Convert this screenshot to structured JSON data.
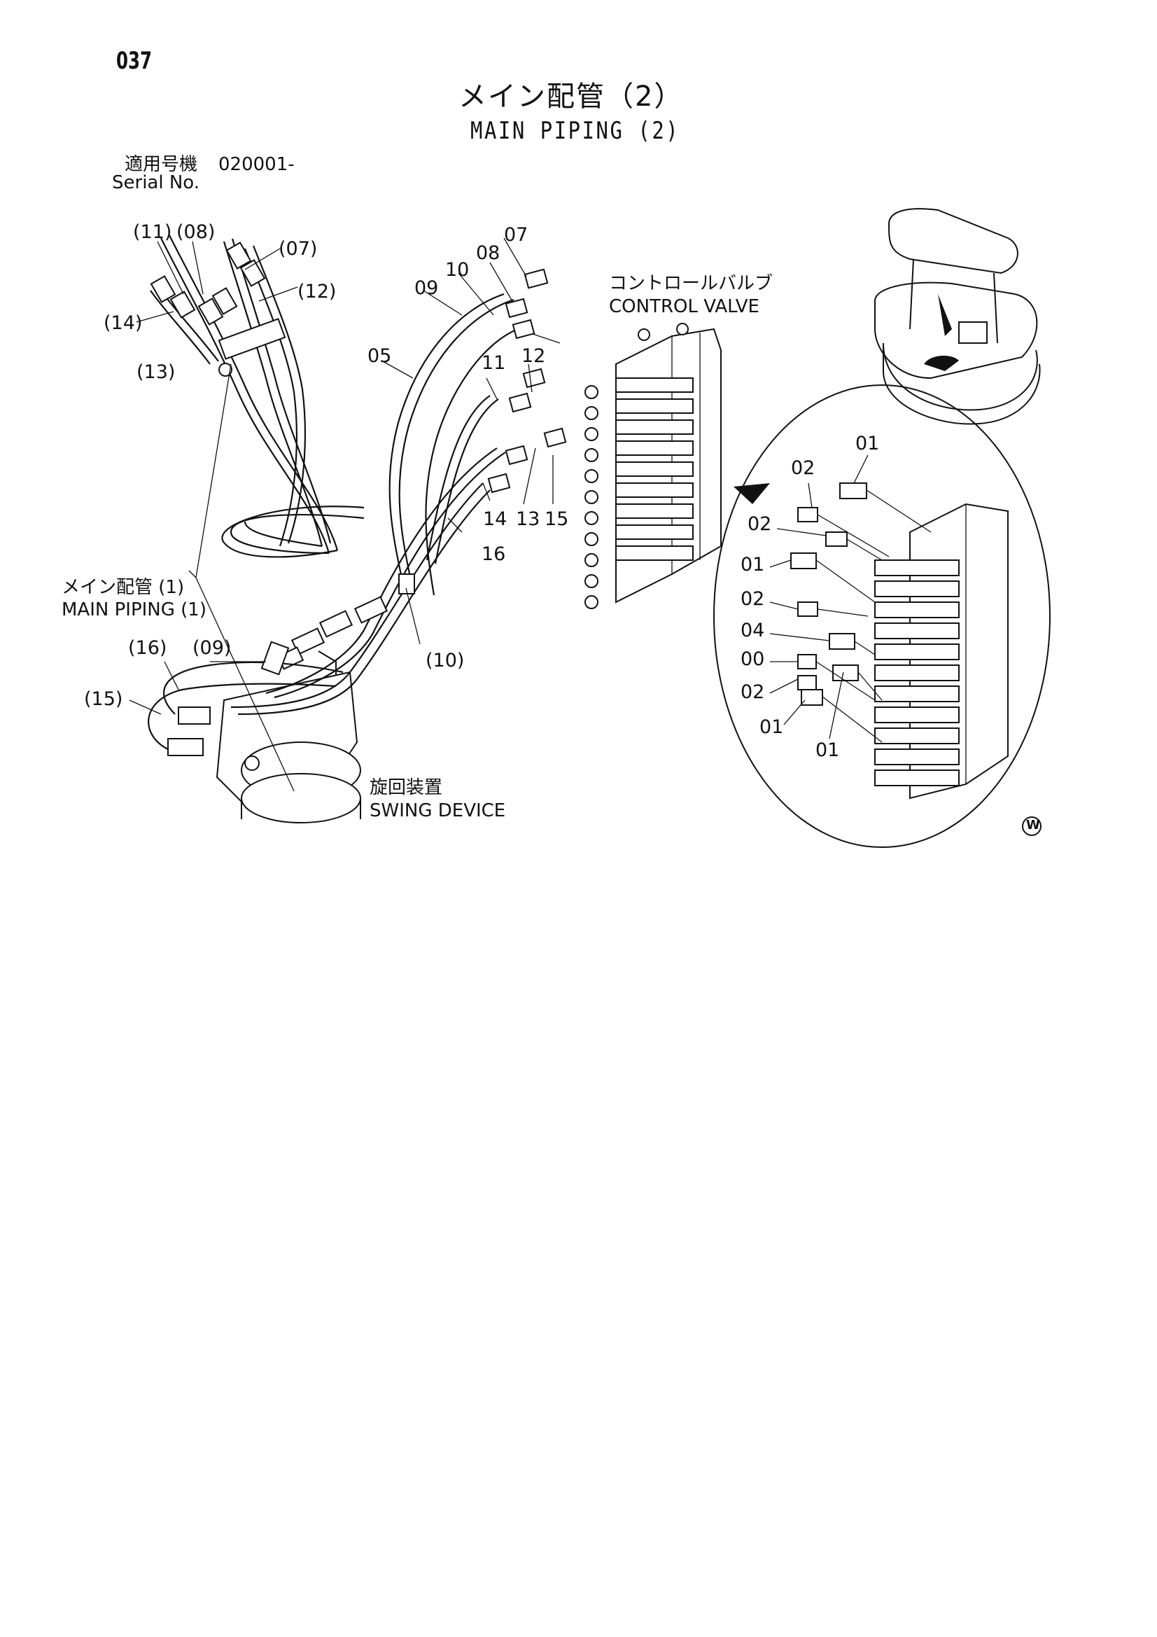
{
  "page": {
    "number": "037",
    "title_ja": "メイン配管（2）",
    "title_en": "MAIN PIPING (2)",
    "serial_label_ja": "適用号機",
    "serial_value": "020001-",
    "serial_label_en": "Serial No."
  },
  "labels": {
    "control_valve_ja": "コントロールバルブ",
    "control_valve_en": "CONTROL VALVE",
    "main_piping_ja": "メイン配管 (1)",
    "main_piping_en": "MAIN PIPING (1)",
    "swing_device_ja": "旋回装置",
    "swing_device_en": "SWING DEVICE",
    "w_mark": "W"
  },
  "callouts": {
    "c11p": "(11)",
    "c08p": "(08)",
    "c07p": "(07)",
    "c12p": "(12)",
    "c14p": "(14)",
    "c13p": "(13)",
    "c07": "07",
    "c08": "08",
    "c10": "10",
    "c09": "09",
    "c05": "05",
    "c12": "12",
    "c11": "11",
    "c14": "14",
    "c13": "13",
    "c15": "15",
    "c16": "16",
    "c10p": "(10)",
    "c16p": "(16)",
    "c09p": "(09)",
    "c15p": "(15)",
    "d01a": "01",
    "d02a": "02",
    "d02b": "02",
    "d01b": "01",
    "d02c": "02",
    "d04": "04",
    "d00": "00",
    "d02d": "02",
    "d01c": "01",
    "d01d": "01"
  }
}
